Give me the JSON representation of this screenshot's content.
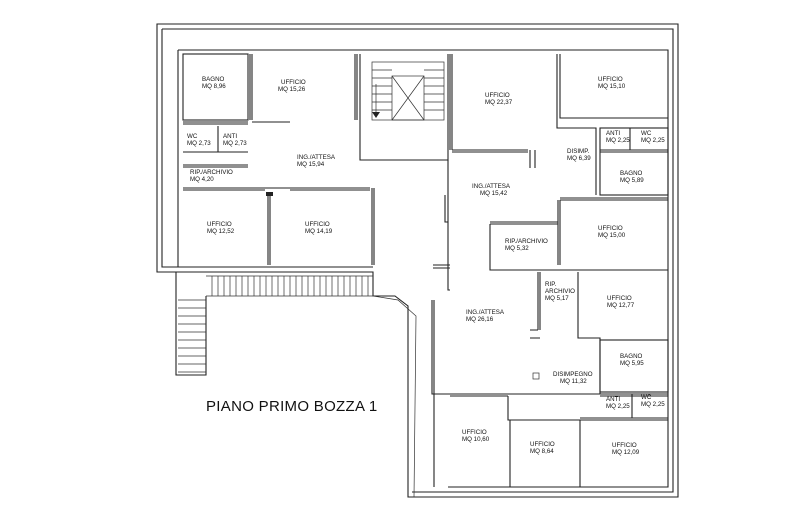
{
  "title": "PIANO PRIMO BOZZA 1",
  "rooms": [
    {
      "id": "bagno-1",
      "name": "BAGNO",
      "area": "MQ 8,96"
    },
    {
      "id": "ufficio-1",
      "name": "UFFICIO",
      "area": "MQ 15,26"
    },
    {
      "id": "wc-1",
      "name": "WC",
      "area": "MQ 2,73"
    },
    {
      "id": "anti-1",
      "name": "ANTI",
      "area": "MQ 2,73"
    },
    {
      "id": "ingresso-1",
      "name": "ING./ATTESA",
      "area": "MQ 15,94"
    },
    {
      "id": "rip-1",
      "name": "RIP./ARCHIVIO",
      "area": "MQ 4,20"
    },
    {
      "id": "ufficio-2",
      "name": "UFFICIO",
      "area": "MQ 12,52"
    },
    {
      "id": "ufficio-3",
      "name": "UFFICIO",
      "area": "MQ 14,19"
    },
    {
      "id": "ufficio-4",
      "name": "UFFICIO",
      "area": "MQ 22,37"
    },
    {
      "id": "ufficio-5",
      "name": "UFFICIO",
      "area": "MQ 15,10"
    },
    {
      "id": "disimp-1",
      "name": "DISIMP.",
      "area": "MQ 6,39"
    },
    {
      "id": "anti-2",
      "name": "ANTI",
      "area": "MQ 2,25"
    },
    {
      "id": "wc-2",
      "name": "WC",
      "area": "MQ 2,25"
    },
    {
      "id": "bagno-2",
      "name": "BAGNO",
      "area": "MQ 5,89"
    },
    {
      "id": "ingresso-2",
      "name": "ING./ATTESA",
      "area": "MQ 15,42"
    },
    {
      "id": "rip-2",
      "name": "RIP./ARCHIVIO",
      "area": "MQ 5,32"
    },
    {
      "id": "ufficio-6",
      "name": "UFFICIO",
      "area": "MQ 15,00"
    },
    {
      "id": "rip-3",
      "name": "RIP.",
      "name2": "ARCHIVIO",
      "area": "MQ 5,17"
    },
    {
      "id": "ufficio-7",
      "name": "UFFICIO",
      "area": "MQ 12,77"
    },
    {
      "id": "ingresso-3",
      "name": "ING./ATTESA",
      "area": "MQ 26,16"
    },
    {
      "id": "bagno-3",
      "name": "BAGNO",
      "area": "MQ 5,95"
    },
    {
      "id": "disimpegno-1",
      "name": "DISIMPEGNO",
      "area": "MQ 11,32"
    },
    {
      "id": "anti-3",
      "name": "ANTI",
      "area": "MQ 2,25"
    },
    {
      "id": "wc-3",
      "name": "WC",
      "area": "MQ 2,25"
    },
    {
      "id": "ufficio-8",
      "name": "UFFICIO",
      "area": "MQ 10,60"
    },
    {
      "id": "ufficio-9",
      "name": "UFFICIO",
      "area": "MQ 8,64"
    },
    {
      "id": "ufficio-10",
      "name": "UFFICIO",
      "area": "MQ 12,09"
    }
  ]
}
